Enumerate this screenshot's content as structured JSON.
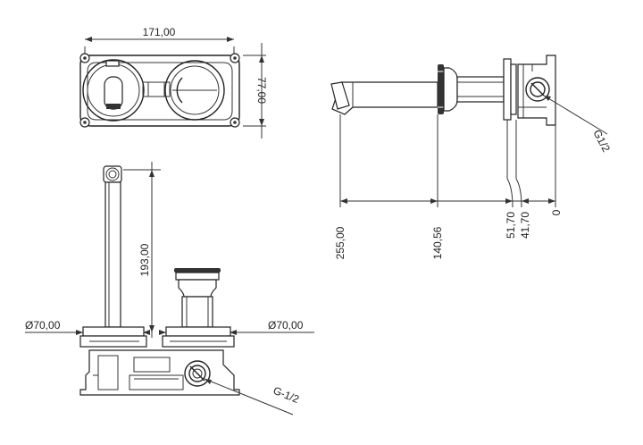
{
  "diagram": {
    "dimensions": {
      "top_width": "171,00",
      "top_height": "77,00",
      "front_height": "193,00",
      "left_diameter": "Ø70,00",
      "right_diameter": "Ø70,00",
      "front_thread": "G-1/2",
      "side_thread": "G1/2",
      "side_offsets": [
        "255,00",
        "140,56",
        "51,70",
        "41,70",
        "0"
      ]
    },
    "colors": {
      "line": "#222222",
      "background": "#ffffff"
    }
  }
}
